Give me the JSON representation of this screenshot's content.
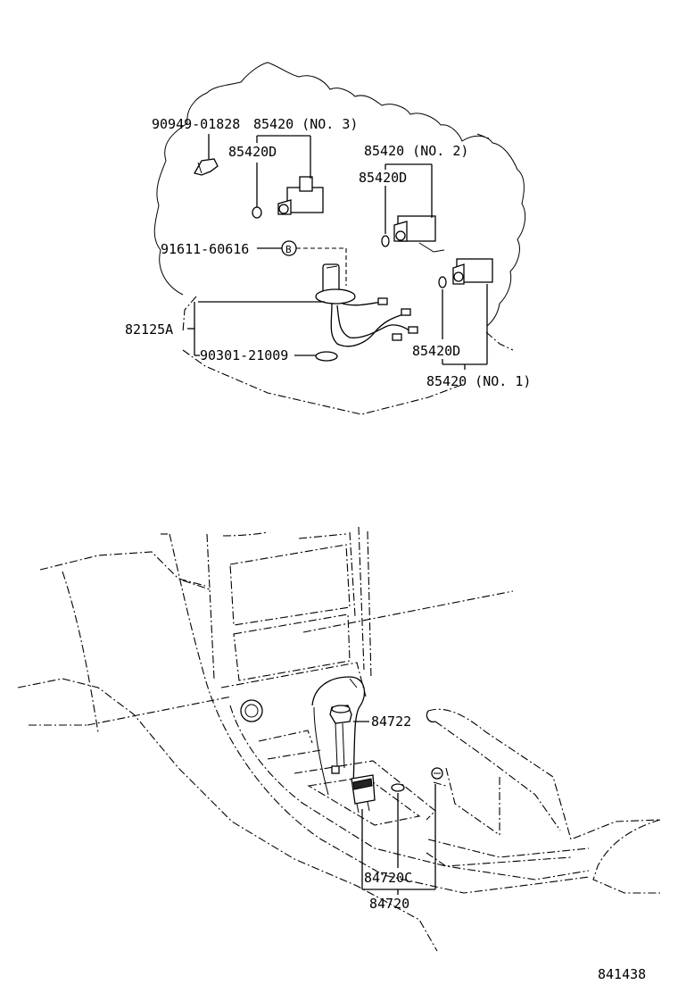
{
  "labels": {
    "p90949": "90949-01828",
    "p85420_no3": "85420 (NO. 3)",
    "p85420d_a": "85420D",
    "p85420_no2": "85420 (NO. 2)",
    "p85420d_b": "85420D",
    "p91611": "91611-60616",
    "marker_b": "B",
    "p82125a": "82125A",
    "p90301": "90301-21009",
    "p85420d_c": "85420D",
    "p85420_no1": "85420 (NO. 1)",
    "p84722": "84722",
    "p84720c": "84720C",
    "p84720": "84720",
    "diagram_id": "841438"
  }
}
